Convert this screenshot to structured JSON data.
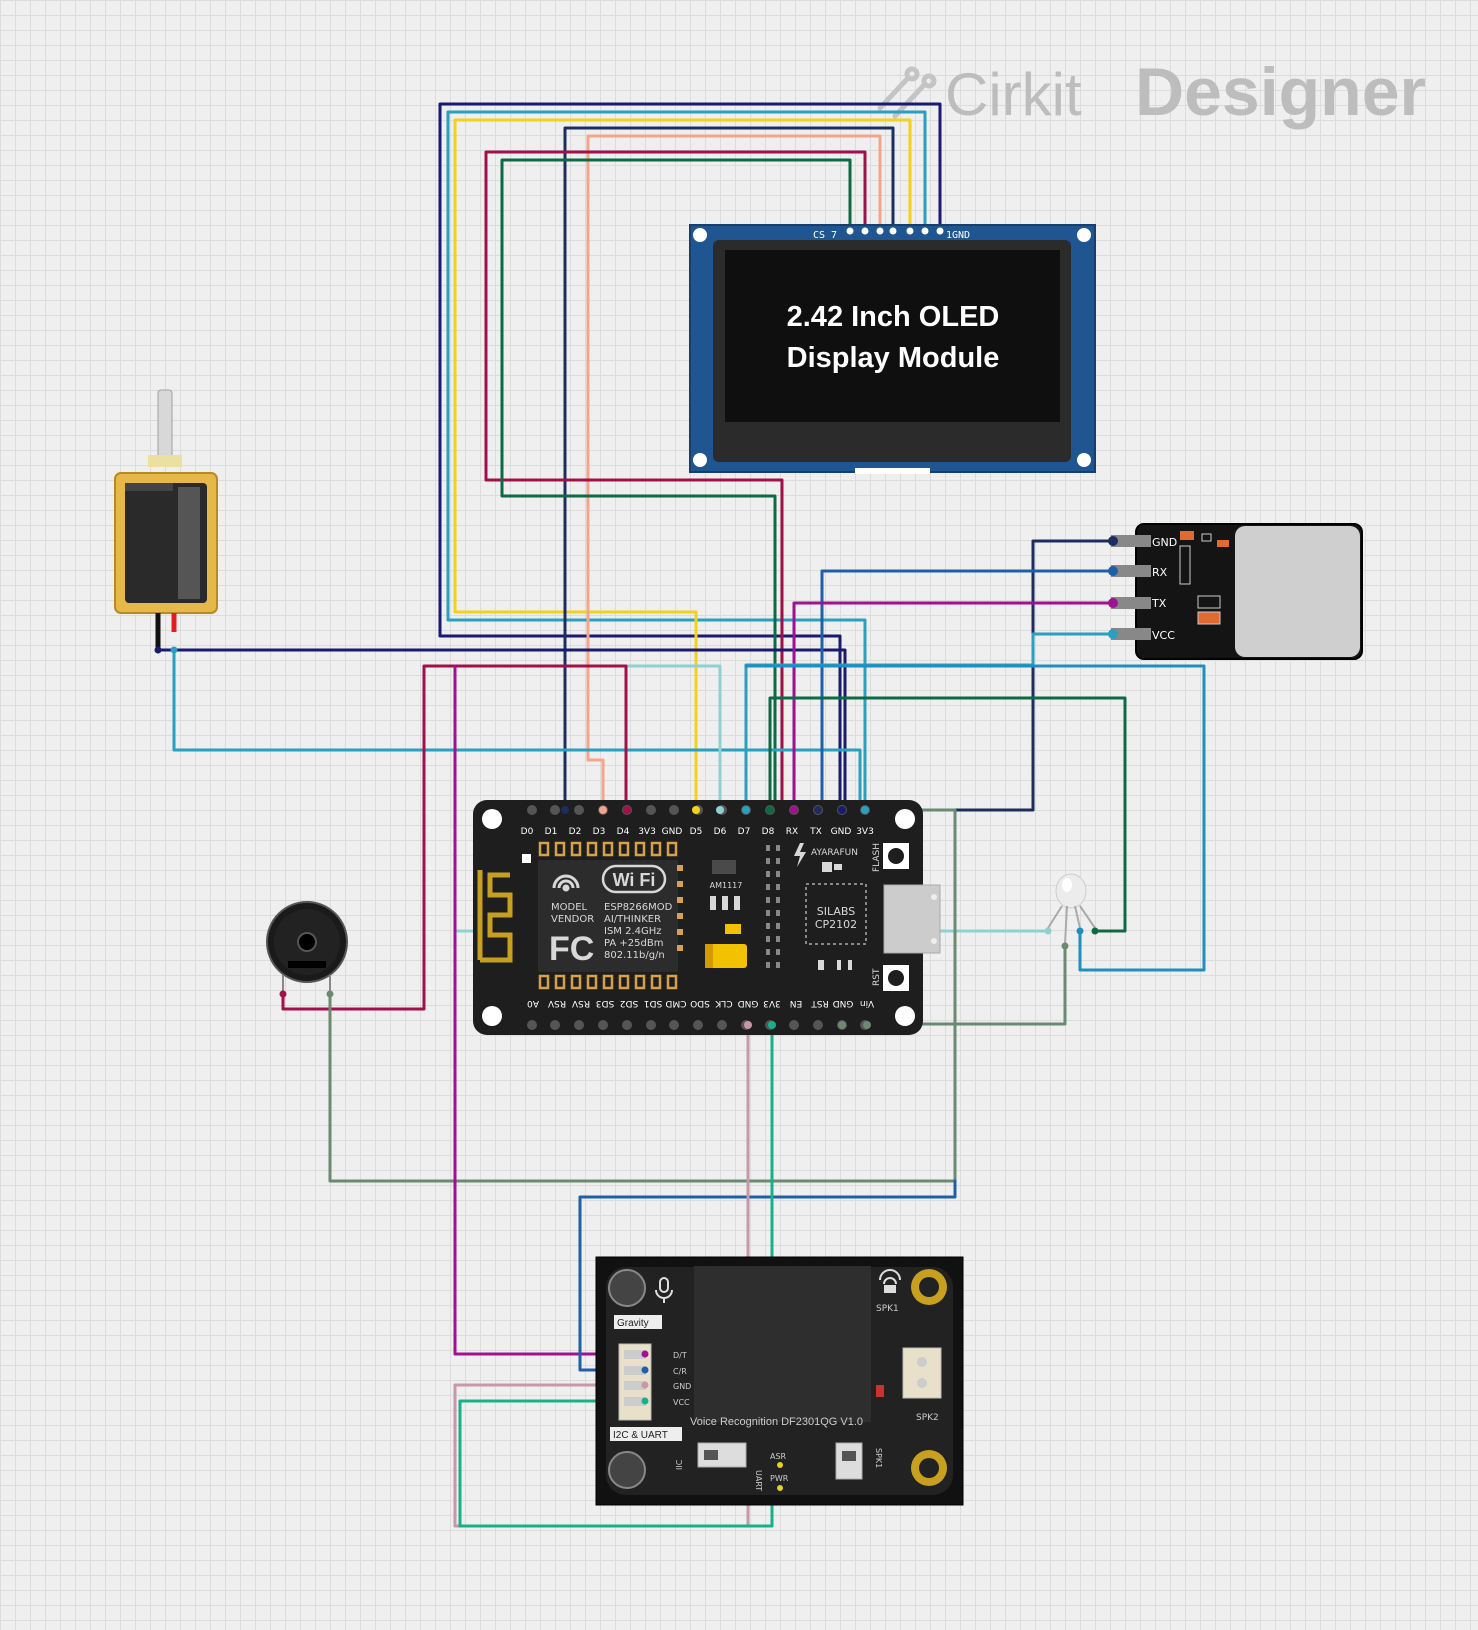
{
  "brand": {
    "name_part1": "Cirkit",
    "name_part2": "Designer"
  },
  "oled": {
    "title_line1": "2.42 Inch OLED",
    "title_line2": "Display Module",
    "pin_label_left": "CS 7",
    "pin_label_right": "1GND"
  },
  "esp": {
    "top_pins": [
      "D0",
      "D1",
      "D2",
      "D3",
      "D4",
      "3V3",
      "GND",
      "D5",
      "D6",
      "D7",
      "D8",
      "RX",
      "TX",
      "GND",
      "3V3"
    ],
    "bottom_pins": [
      "A0",
      "RSV",
      "RSV",
      "SD3",
      "SD2",
      "SD1",
      "CMD",
      "SDO",
      "CLK",
      "GND",
      "3V3",
      "EN",
      "RST",
      "GND",
      "Vin"
    ],
    "wifi_label": "Wi Fi",
    "model_label": "MODEL",
    "vendor_label": "VENDOR",
    "module_name": "ESP8266MOD",
    "thinker": "AI/THINKER",
    "ism": "ISM 2.4GHz",
    "pa": "PA +25dBm",
    "wifi_std": "802.11b/g/n",
    "fc": "FC",
    "regulator": "AM1117",
    "silabs_line1": "SILABS",
    "silabs_line2": "CP2102",
    "maker": "AYARAFUN",
    "flash": "FLASH",
    "rst": "RST"
  },
  "fingerprint": {
    "pins": [
      "GND",
      "RX",
      "TX",
      "VCC"
    ]
  },
  "voice": {
    "gravity": "Gravity",
    "pins": [
      "D/T",
      "C/R",
      "GND",
      "VCC"
    ],
    "spk1": "SPK1",
    "spk2": "SPK2",
    "title": "Voice Recognition DF2301QG V1.0",
    "i2c_uart": "I2C & UART",
    "iic": "IIC",
    "uart": "UART",
    "asr": "ASR",
    "pwr": "PWR",
    "spk_sel": "SPK1"
  }
}
